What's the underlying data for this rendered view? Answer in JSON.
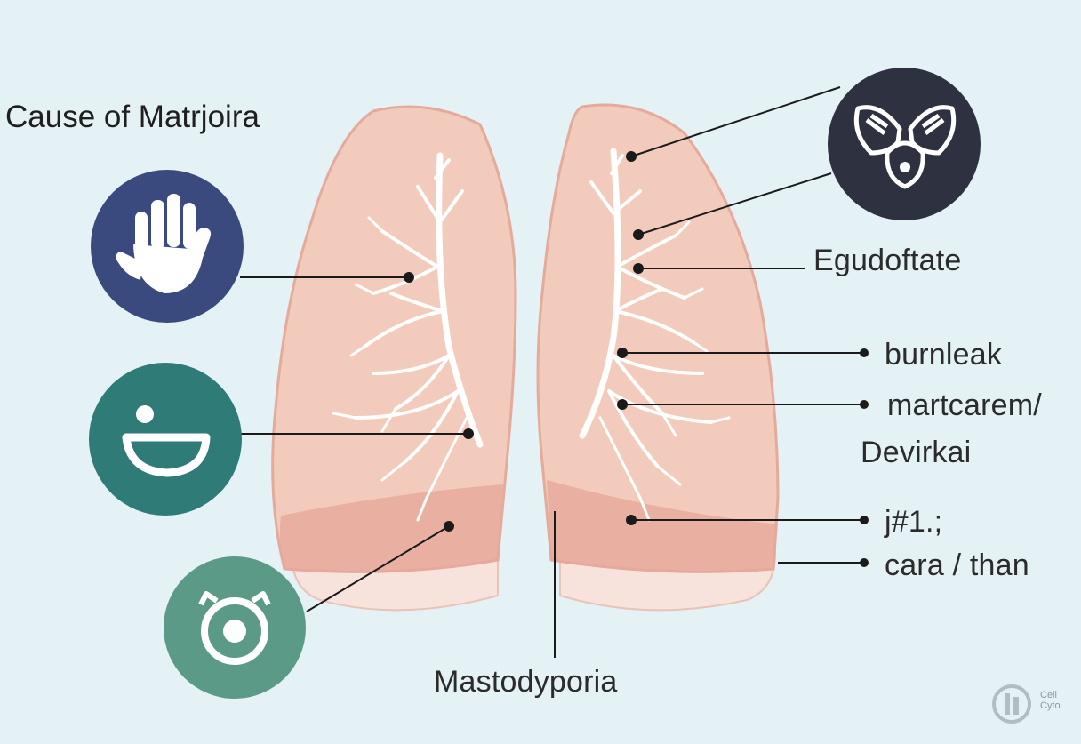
{
  "title": "Cause of Matrjoira",
  "palette": {
    "background": "#e4f1f5",
    "lung_fill": "#f2cbbd",
    "lung_lower": "#e6a79a",
    "lung_base": "#f7e3dc",
    "vessel": "#ffffff",
    "dark_navy": "#2e3140",
    "blue": "#3b4a7e",
    "teal": "#2f7b78",
    "green": "#5a9a86",
    "leader_line": "#1a1a1a"
  },
  "icons": {
    "hand": "hand-icon",
    "face": "smile-face-icon",
    "target": "target-eye-icon",
    "organ": "butterfly-organ-icon"
  },
  "labels": {
    "eqdoftate": "Egudoftate",
    "burnleak": "burnleak",
    "martcarem": "martcarem/",
    "devirkai": "Devirkai",
    "j41": "j#1.;",
    "cara_than": "cara / than",
    "mastodyporia": "Mastodyporia"
  },
  "watermark": {
    "line1": "Cell",
    "line2": "Cyto"
  }
}
